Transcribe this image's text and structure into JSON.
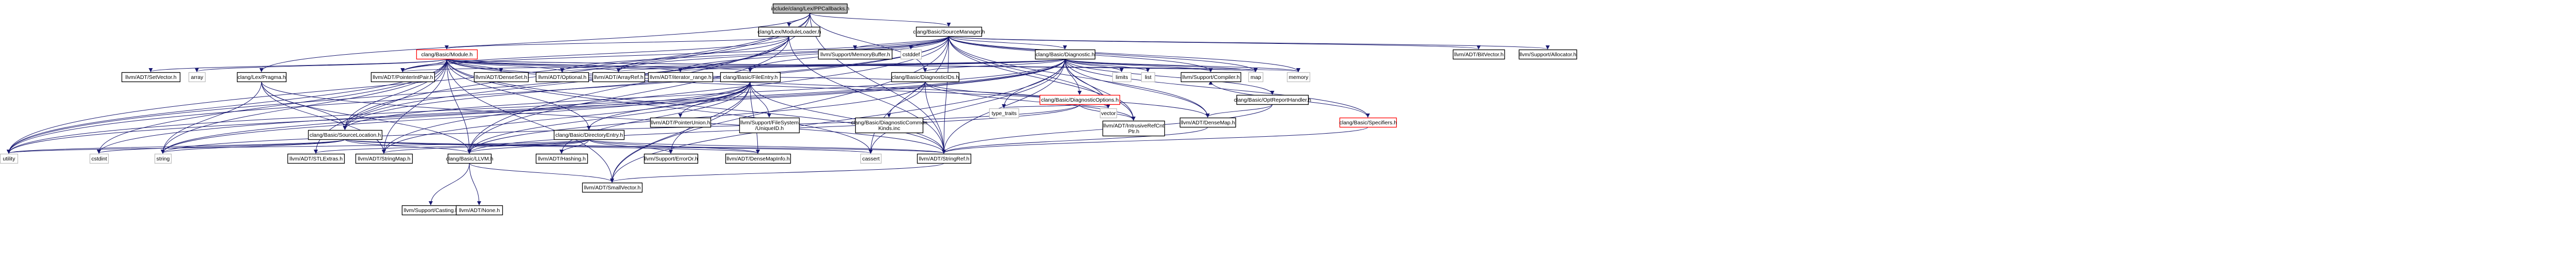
{
  "graph": {
    "root": "include/clang/Lex/PPCallbacks.h",
    "colors": {
      "root_fill": "#bfbfbf",
      "node_fill": "#ffffff",
      "node_stroke": "#000000",
      "node_text": "#000000",
      "system_stroke": "#bfbfbf",
      "highlight_stroke": "#ff0000",
      "edge": "#191970"
    },
    "nodes": [
      {
        "id": "root",
        "label": "include/clang/Lex/PPCallbacks.h"
      },
      {
        "id": "modloader",
        "label": "clang/Lex/ModuleLoader.h"
      },
      {
        "id": "srcmgr",
        "label": "clang/Basic/SourceManager.h"
      },
      {
        "id": "module",
        "label": "clang/Basic/Module.h",
        "highlight": true
      },
      {
        "id": "diagnostic",
        "label": "clang/Basic/Diagnostic.h"
      },
      {
        "id": "pragma",
        "label": "clang/Lex/Pragma.h"
      },
      {
        "id": "fileentry",
        "label": "clang/Basic/FileEntry.h"
      },
      {
        "id": "diagids",
        "label": "clang/Basic/DiagnosticIDs.h"
      },
      {
        "id": "diagopts",
        "label": "clang/Basic/DiagnosticOptions.h",
        "highlight": true
      },
      {
        "id": "optremark",
        "label": "clang/Basic/OptReportHandler.h"
      },
      {
        "id": "srcloc",
        "label": "clang/Basic/SourceLocation.h"
      },
      {
        "id": "direntry",
        "label": "clang/Basic/DirectoryEntry.h"
      },
      {
        "id": "specifiers",
        "label": "clang/Basic/Specifiers.h",
        "highlight": true
      },
      {
        "id": "llvmh",
        "label": "clang/Basic/LLVM.h"
      },
      {
        "id": "memorybuffer",
        "label": "llvm/Support/MemoryBuffer.h"
      },
      {
        "id": "cstddef",
        "label": "cstddef",
        "system": true
      },
      {
        "id": "bitvector",
        "label": "llvm/ADT/BitVector.h"
      },
      {
        "id": "allocator",
        "label": "llvm/Support/Allocator.h"
      },
      {
        "id": "setvector",
        "label": "llvm/ADT/SetVector.h"
      },
      {
        "id": "array",
        "label": "array",
        "system": true
      },
      {
        "id": "pointerintpair",
        "label": "llvm/ADT/PointerIntPair.h"
      },
      {
        "id": "denseset",
        "label": "llvm/ADT/DenseSet.h"
      },
      {
        "id": "optional",
        "label": "llvm/ADT/Optional.h"
      },
      {
        "id": "arrayref",
        "label": "llvm/ADT/ArrayRef.h"
      },
      {
        "id": "iterrange",
        "label": "llvm/ADT/iterator_range.h"
      },
      {
        "id": "limits",
        "label": "limits",
        "system": true
      },
      {
        "id": "list",
        "label": "list",
        "system": true
      },
      {
        "id": "compiler",
        "label": "llvm/Support/Compiler.h"
      },
      {
        "id": "map",
        "label": "map",
        "system": true
      },
      {
        "id": "memory",
        "label": "memory",
        "system": true
      },
      {
        "id": "vector",
        "label": "vector",
        "system": true
      },
      {
        "id": "typetraits",
        "label": "type_traits",
        "system": true
      },
      {
        "id": "diagcommonkinds",
        "label": "clang/Basic/DiagnosticCommon\nKinds.inc"
      },
      {
        "id": "intrusiverefcnt",
        "label": "llvm/ADT/IntrusiveRefCnt\nPtr.h"
      },
      {
        "id": "densemap",
        "label": "llvm/ADT/DenseMap.h"
      },
      {
        "id": "pointerunion",
        "label": "llvm/ADT/PointerUnion.h"
      },
      {
        "id": "uniqueid",
        "label": "llvm/Support/FileSystem\n/UniqueID.h"
      },
      {
        "id": "utility",
        "label": "utility",
        "system": true
      },
      {
        "id": "cstdint",
        "label": "cstdint",
        "system": true
      },
      {
        "id": "string",
        "label": "string",
        "system": true
      },
      {
        "id": "stlextras",
        "label": "llvm/ADT/STLExtras.h"
      },
      {
        "id": "stringmap",
        "label": "llvm/ADT/StringMap.h"
      },
      {
        "id": "hashing",
        "label": "llvm/ADT/Hashing.h"
      },
      {
        "id": "erroror",
        "label": "llvm/Support/ErrorOr.h"
      },
      {
        "id": "densemapinfo",
        "label": "llvm/ADT/DenseMapInfo.h"
      },
      {
        "id": "cassert",
        "label": "cassert",
        "system": true
      },
      {
        "id": "stringref",
        "label": "llvm/ADT/StringRef.h"
      },
      {
        "id": "smallvector",
        "label": "llvm/ADT/SmallVector.h"
      },
      {
        "id": "casting",
        "label": "llvm/Support/Casting.h"
      },
      {
        "id": "none",
        "label": "llvm/ADT/None.h"
      }
    ]
  }
}
